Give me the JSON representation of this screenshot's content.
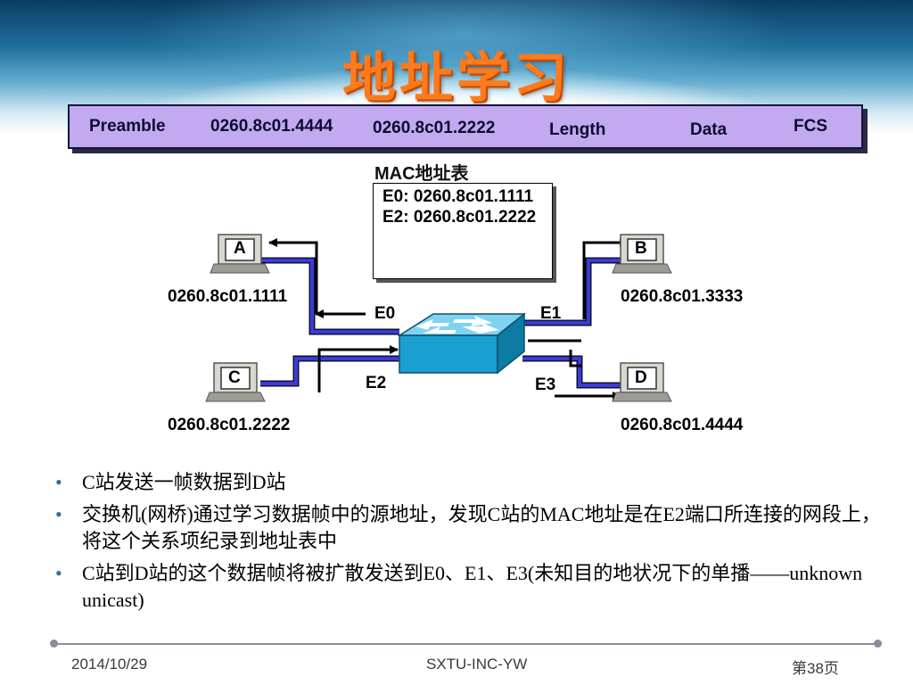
{
  "title": "地址学习",
  "frame": {
    "preamble": "Preamble",
    "destination": "0260.8c01.4444",
    "source": "0260.8c01.2222",
    "length": "Length",
    "data": "Data",
    "fcs": "FCS"
  },
  "mac_table": {
    "title": "MAC地址表",
    "entries": [
      "E0:  0260.8c01.1111",
      "E2: 0260.8c01.2222"
    ]
  },
  "stations": {
    "A": {
      "name": "A",
      "mac": "0260.8c01.1111"
    },
    "B": {
      "name": "B",
      "mac": "0260.8c01.3333"
    },
    "C": {
      "name": "C",
      "mac": "0260.8c01.2222"
    },
    "D": {
      "name": "D",
      "mac": "0260.8c01.4444"
    }
  },
  "ports": {
    "e0": "E0",
    "e1": "E1",
    "e2": "E2",
    "e3": "E3"
  },
  "bullets": [
    "C站发送一帧数据到D站",
    "交换机(网桥)通过学习数据帧中的源地址，发现C站的MAC地址是在E2端口所连接的网段上，将这个关系项纪录到地址表中",
    "C站到D站的这个数据帧将被扩散发送到E0、E1、E3(未知目的地状况下的单播——unknown unicast)"
  ],
  "footer": {
    "date": "2014/10/29",
    "center": "SXTU-INC-YW",
    "page": "第38页"
  },
  "colors": {
    "title": "#ff7a1c",
    "frame_bg": "#c3a9ef",
    "link_blue": "#3b3bd6",
    "switch": "#1aa0d0",
    "bullet": "#2e6f9e"
  }
}
